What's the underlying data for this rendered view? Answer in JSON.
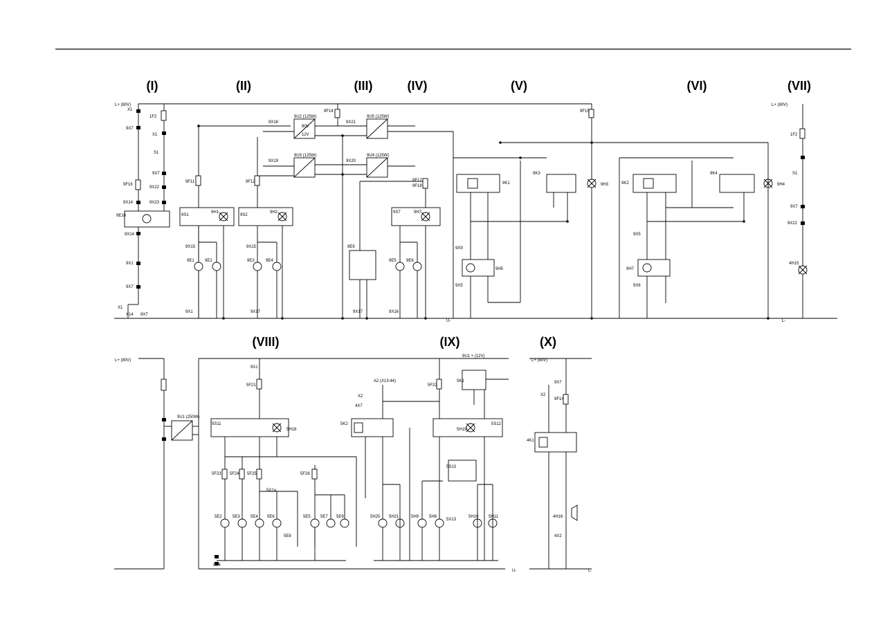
{
  "sections": [
    "(I)",
    "(II)",
    "(III)",
    "(IV)",
    "(V)",
    "(VI)",
    "(VII)",
    "(VIII)",
    "(IX)",
    "(X)"
  ],
  "rails": {
    "l_plus": "L+ (80V)",
    "l_minus": "L-",
    "u_minus": "U-",
    "u1_plus": "9U1 + (12V)",
    "a2": "A2 (X13:44)"
  },
  "components": {
    "s1": [
      "X1",
      "9X7",
      "1F2",
      "X1",
      "S1",
      "9X7",
      "9F16",
      "9X22",
      "9X14",
      "9X23",
      "9E10",
      "9X14",
      "9X1",
      "9X7",
      "X1",
      "X14",
      "9X7"
    ],
    "s2": [
      "9F11",
      "9S1",
      "9H1",
      "9X15",
      "9E1",
      "9E2",
      "9X1",
      "9X17",
      "9F12",
      "9S2",
      "9H2",
      "9E3",
      "9E4",
      "9X15"
    ],
    "s3": [
      "9U2 (125W)",
      "9U3 (125W)",
      "9X18",
      "9X19",
      "9F14",
      "80V",
      "12V"
    ],
    "s4": [
      "9U5 (125W)",
      "9U4 (125W)",
      "9X21",
      "9X20",
      "9F17",
      "9F18",
      "9S7",
      "9H7",
      "9E9",
      "9E5",
      "9E6",
      "9X16",
      "9X17"
    ],
    "s5": [
      "9F15",
      "9K1",
      "9K3",
      "9H3",
      "9H5",
      "9X9",
      "9X5"
    ],
    "s6": [
      "9K2",
      "9K4",
      "9H4",
      "9H7",
      "9X5",
      "9X6"
    ],
    "s7": [
      "1F2",
      "S1",
      "9X7",
      "9X22",
      "4H15"
    ],
    "s8": [
      "9X1",
      "5F21",
      "5S11",
      "5H18",
      "9U1 (250W)",
      "5F23",
      "5F24",
      "5F25",
      "5F26",
      "5E2",
      "5E3",
      "5E4",
      "5E6",
      "5E8",
      "5E5",
      "5E7",
      "5E9",
      "5X1a",
      "9X4"
    ],
    "s9": [
      "5K1",
      "5K2",
      "5F22",
      "5H19",
      "5S12",
      "5S13",
      "5H20",
      "5H21",
      "5H9",
      "5H8",
      "5H10",
      "5H11",
      "5X13",
      "4X7",
      "X2"
    ],
    "s10": [
      "4K1",
      "9F14",
      "4H16",
      "4X2",
      "X2",
      "9X7"
    ]
  }
}
